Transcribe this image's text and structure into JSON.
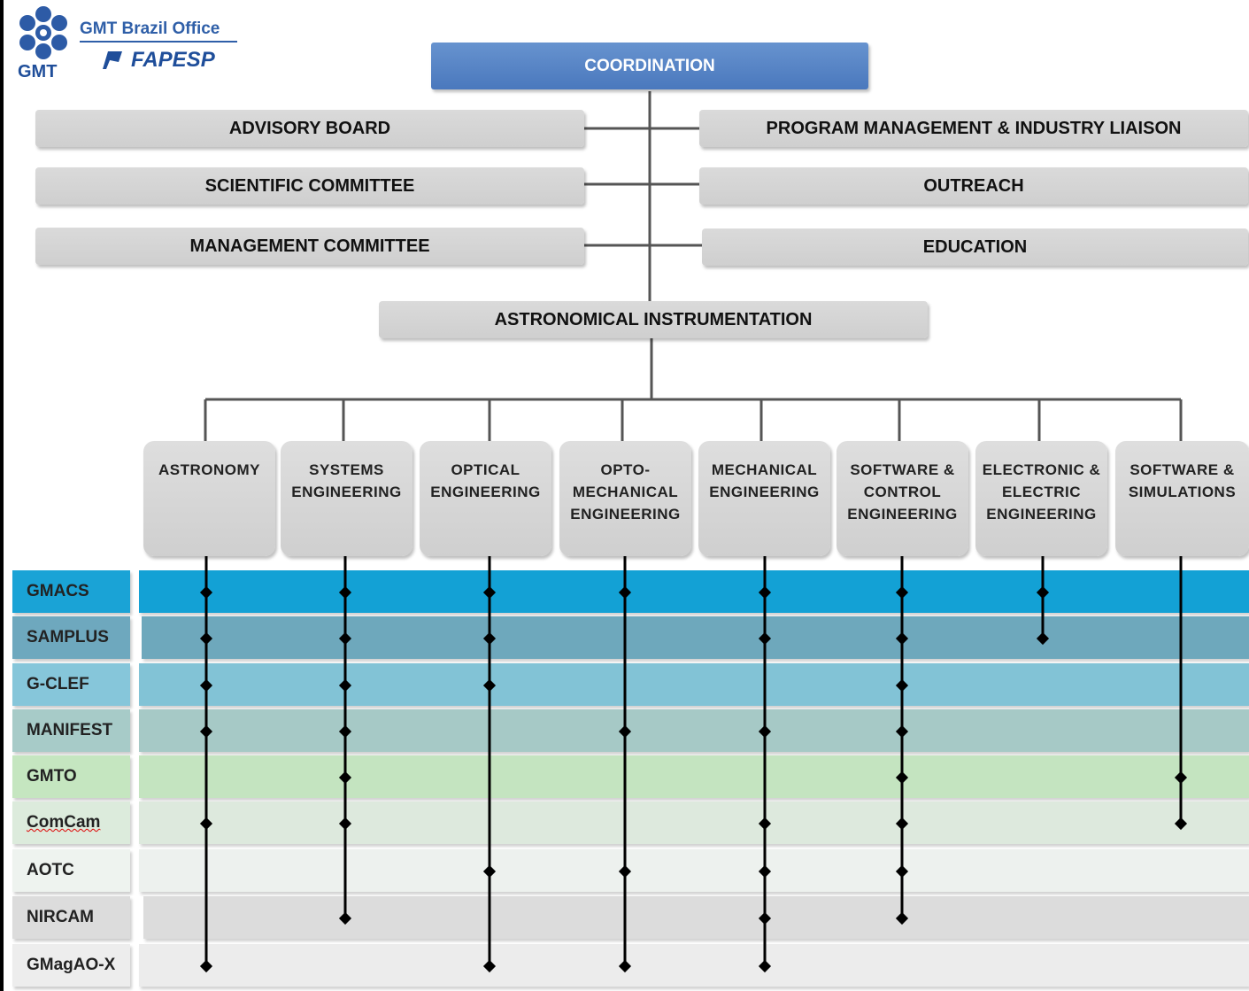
{
  "header": {
    "logo_text": "GMT",
    "office_title": "GMT Brazil Office",
    "sponsor": "FAPESP"
  },
  "coordination": "COORDINATION",
  "left_boxes": [
    "ADVISORY BOARD",
    "SCIENTIFIC COMMITTEE",
    "MANAGEMENT COMMITTEE"
  ],
  "right_boxes": [
    "PROGRAM MANAGEMENT & INDUSTRY LIAISON",
    "OUTREACH",
    "EDUCATION"
  ],
  "instrumentation": "ASTRONOMICAL INSTRUMENTATION",
  "departments": [
    "ASTRONOMY",
    "SYSTEMS\nENGINEERING",
    "OPTICAL\nENGINEERING",
    "OPTO-\nMECHANICAL\nENGINEERING",
    "MECHANICAL\nENGINEERING",
    "SOFTWARE &\nCONTROL\nENGINEERING",
    "ELECTRONIC &\nELECTRIC\nENGINEERING",
    "SOFTWARE &\nSIMULATIONS"
  ],
  "projects": [
    {
      "name": "GMACS",
      "label_color": "#1aa3d6",
      "band_color": "#13a1d5"
    },
    {
      "name": "SAMPLUS",
      "label_color": "#6ea8be",
      "band_color": "#6ea8bc"
    },
    {
      "name": "G-CLEF",
      "label_color": "#86c6da",
      "band_color": "#82c3d6"
    },
    {
      "name": "MANIFEST",
      "label_color": "#a7cbc8",
      "band_color": "#a6c9c6"
    },
    {
      "name": "GMTO",
      "label_color": "#c5e6c0",
      "band_color": "#c4e4c0"
    },
    {
      "name": "ComCam",
      "label_color": "#dcebdc",
      "band_color": "#dde9dd"
    },
    {
      "name": "AOTC",
      "label_color": "#eef3ef",
      "band_color": "#edf1ee"
    },
    {
      "name": "NIRCAM",
      "label_color": "#dcdcdc",
      "band_color": "#dcdcdc"
    },
    {
      "name": "GMagAO-X",
      "label_color": "#ededed",
      "band_color": "#ececec"
    }
  ],
  "participation": [
    [
      "GMACS",
      "ASTRONOMY",
      "SYSTEMS ENGINEERING",
      "OPTICAL ENGINEERING",
      "OPTO-MECHANICAL ENGINEERING",
      "MECHANICAL ENGINEERING",
      "SOFTWARE & CONTROL ENGINEERING",
      "ELECTRONIC & ELECTRIC ENGINEERING"
    ],
    [
      "SAMPLUS",
      "ASTRONOMY",
      "SYSTEMS ENGINEERING",
      "OPTICAL ENGINEERING",
      "MECHANICAL ENGINEERING",
      "SOFTWARE & CONTROL ENGINEERING",
      "ELECTRONIC & ELECTRIC ENGINEERING"
    ],
    [
      "G-CLEF",
      "ASTRONOMY",
      "SYSTEMS ENGINEERING",
      "OPTICAL ENGINEERING",
      "SOFTWARE & CONTROL ENGINEERING"
    ],
    [
      "MANIFEST",
      "ASTRONOMY",
      "SYSTEMS ENGINEERING",
      "OPTO-MECHANICAL ENGINEERING",
      "MECHANICAL ENGINEERING",
      "SOFTWARE & CONTROL ENGINEERING"
    ],
    [
      "GMTO",
      "SYSTEMS ENGINEERING",
      "SOFTWARE & CONTROL ENGINEERING",
      "SOFTWARE & SIMULATIONS"
    ],
    [
      "ComCam",
      "ASTRONOMY",
      "SYSTEMS ENGINEERING",
      "MECHANICAL ENGINEERING",
      "SOFTWARE & CONTROL ENGINEERING",
      "SOFTWARE & SIMULATIONS"
    ],
    [
      "AOTC",
      "OPTICAL ENGINEERING",
      "OPTO-MECHANICAL ENGINEERING",
      "MECHANICAL ENGINEERING",
      "SOFTWARE & CONTROL ENGINEERING"
    ],
    [
      "NIRCAM",
      "SYSTEMS ENGINEERING",
      "MECHANICAL ENGINEERING",
      "SOFTWARE & CONTROL ENGINEERING"
    ],
    [
      "GMagAO-X",
      "ASTRONOMY",
      "OPTICAL ENGINEERING",
      "OPTO-MECHANICAL ENGINEERING",
      "MECHANICAL ENGINEERING"
    ]
  ]
}
